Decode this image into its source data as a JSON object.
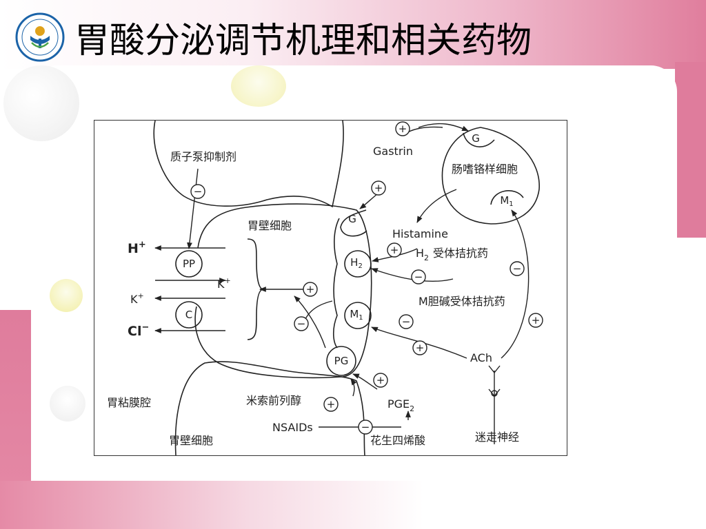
{
  "slide": {
    "title": "胃酸分泌调节机理和相关药物"
  },
  "diagram": {
    "labels": {
      "ppi": "质子泵抑制剂",
      "parietal_cell_top": "胃壁细胞",
      "parietal_cell_bottom": "胃壁细胞",
      "gastric_lumen": "胃粘膜腔",
      "ecl_cell": "肠嗜铬样细胞",
      "gastrin": "Gastrin",
      "histamine": "Histamine",
      "h2_antagonist_prefix": "H",
      "h2_antagonist_sub": "2",
      "h2_antagonist_text": "受体拮抗药",
      "m_antagonist": "M胆碱受体拮抗药",
      "ach": "ACh",
      "vagus": "迷走神经",
      "misoprostol": "米索前列醇",
      "nsaids": "NSAIDs",
      "pge2_main": "PGE",
      "pge2_sub": "2",
      "arachidonic": "花生四烯酸",
      "h_plus": "H",
      "h_plus_sup": "+",
      "k_plus_in": "K",
      "k_plus_in_sup": "+",
      "k_plus_out": "K",
      "k_plus_out_sup": "+",
      "cl_minus": "Cl",
      "cl_minus_sup": "−"
    },
    "nodes": {
      "pp": "PP",
      "c": "C",
      "g_parietal": "G",
      "h2_main": "H",
      "h2_sub": "2",
      "m1_main": "M",
      "m1_sub": "1",
      "pg": "PG",
      "g_ecl": "G",
      "m1_ecl_main": "M",
      "m1_ecl_sub": "1"
    },
    "signs": {
      "plus": "+",
      "minus": "−"
    }
  }
}
